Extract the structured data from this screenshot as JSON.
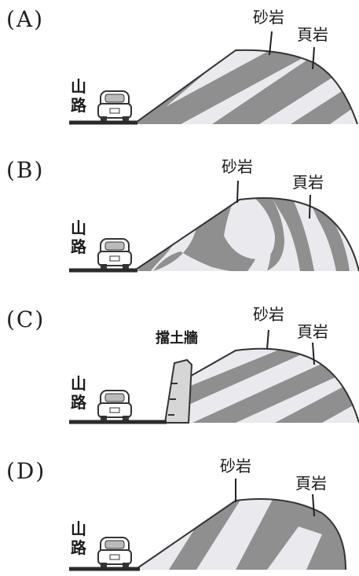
{
  "panels": [
    {
      "label": "(A)",
      "sandstone": "砂岩",
      "shale": "頁岩",
      "road": [
        "山",
        "路"
      ]
    },
    {
      "label": "(B)",
      "sandstone": "砂岩",
      "shale": "頁岩",
      "road": [
        "山",
        "路"
      ]
    },
    {
      "label": "(C)",
      "sandstone": "砂岩",
      "shale": "頁岩",
      "road": [
        "山",
        "路"
      ],
      "retaining_wall": "擋土牆"
    },
    {
      "label": "(D)",
      "sandstone": "砂岩",
      "shale": "頁岩",
      "road": [
        "山",
        "路"
      ]
    }
  ],
  "colors": {
    "sandstone": "#e9e9ee",
    "shale": "#8f8f8f",
    "road": "#2a2a2a",
    "outline": "#333333"
  }
}
